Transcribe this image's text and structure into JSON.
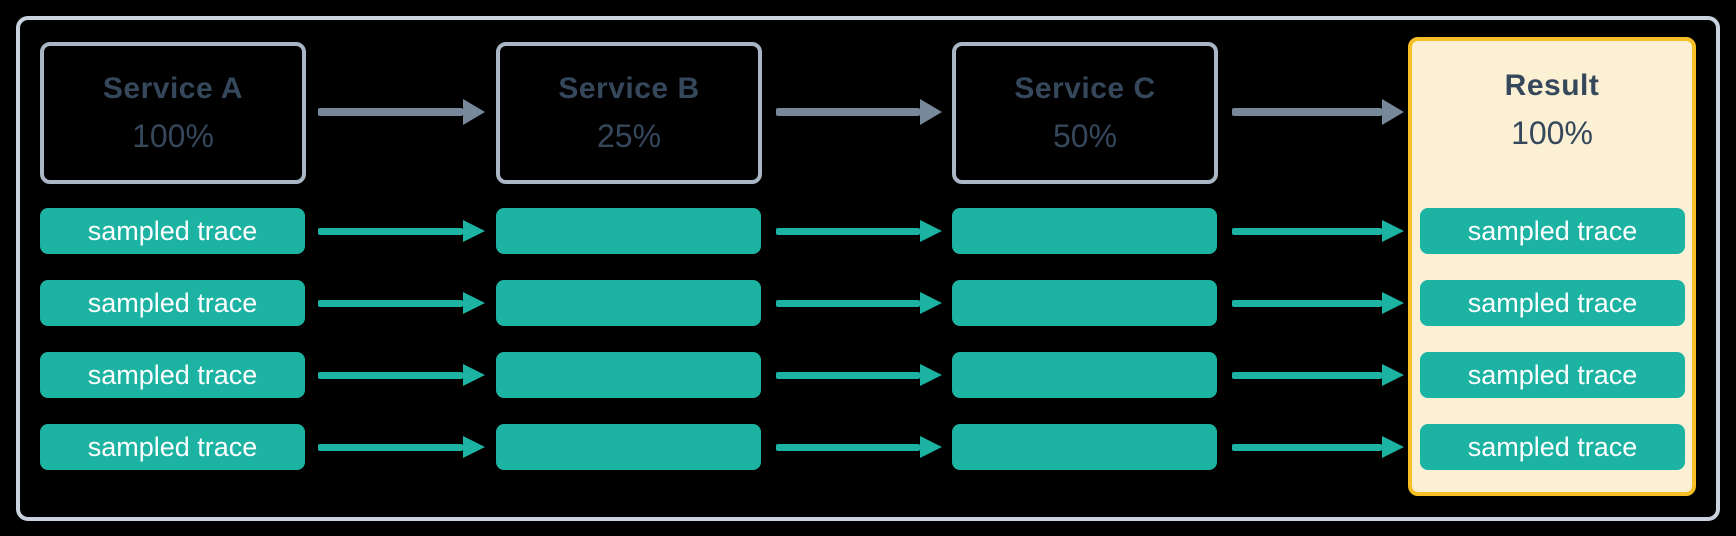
{
  "diagram": {
    "description": "Trace sampling flow across services",
    "columns": [
      {
        "id": "service-a",
        "name": "Service A",
        "rate": "100%",
        "traces": [
          "sampled trace",
          "sampled trace",
          "sampled trace",
          "sampled trace"
        ]
      },
      {
        "id": "service-b",
        "name": "Service B",
        "rate": "25%",
        "traces": [
          "",
          "",
          "",
          ""
        ]
      },
      {
        "id": "service-c",
        "name": "Service C",
        "rate": "50%",
        "traces": [
          "",
          "",
          "",
          ""
        ]
      },
      {
        "id": "result",
        "name": "Result",
        "rate": "100%",
        "traces": [
          "sampled trace",
          "sampled trace",
          "sampled trace",
          "sampled trace"
        ]
      }
    ],
    "trace_row_count": 4,
    "colors": {
      "background": "#000000",
      "frame_border": "#c9d3de",
      "service_border": "#a9b6c6",
      "service_text": "#35475a",
      "arrow_gray": "#78889b",
      "trace_teal": "#1cb3a3",
      "trace_text": "#ffffff",
      "result_background": "#fbf0d3",
      "result_border": "#f6bf26"
    }
  }
}
